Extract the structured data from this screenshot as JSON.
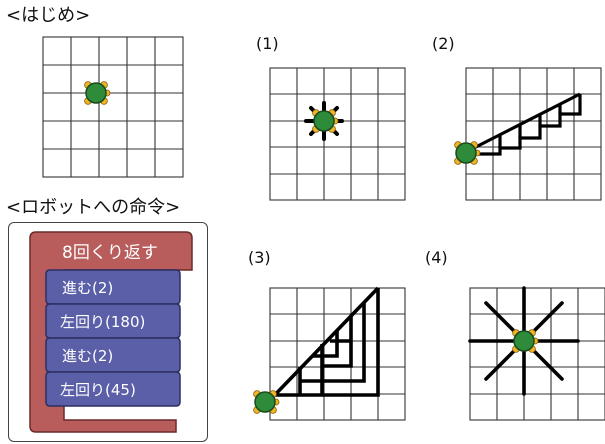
{
  "labels": {
    "start": "<はじめ>",
    "option1": "(1)",
    "option2": "(2)",
    "option3": "(3)",
    "option4": "(4)",
    "commands": "<ロボットへの命令>"
  },
  "program": {
    "repeat_label": "8回くり返す",
    "blocks": [
      {
        "label": "進む(2)"
      },
      {
        "label": "左回り(180)"
      },
      {
        "label": "進む(2)"
      },
      {
        "label": "左回り(45)"
      }
    ]
  },
  "colors": {
    "grid_line": "#333333",
    "path_line": "#000000",
    "robot_body": "#2e8b3a",
    "robot_outline": "#1a4a1f",
    "robot_legs": "#f0b429",
    "repeat_block": "#b85c5c",
    "move_block": "#5b5fa8"
  },
  "icons": [
    "turtle-robot-icon"
  ]
}
